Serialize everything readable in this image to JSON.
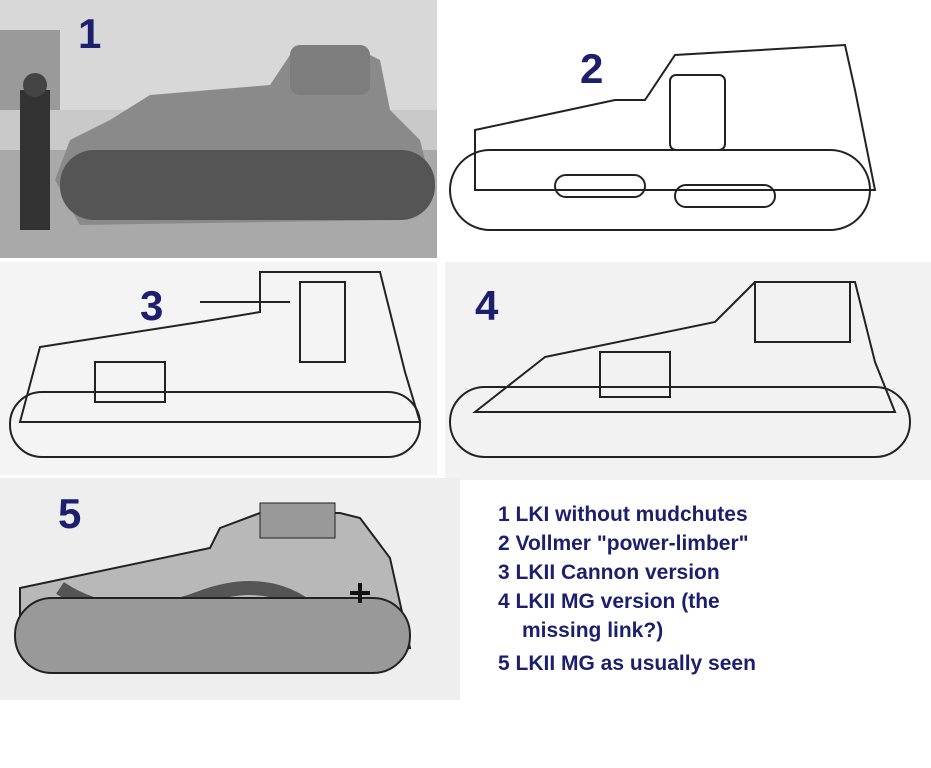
{
  "panels": [
    {
      "number": "1"
    },
    {
      "number": "2"
    },
    {
      "number": "3"
    },
    {
      "number": "4"
    },
    {
      "number": "5"
    }
  ],
  "legend": {
    "item1": "1 LKI without mudchutes",
    "item2": "2 Vollmer \"power-limber\"",
    "item3": "3 LKII Cannon version",
    "item4a": "4 LKII MG version (the",
    "item4b": "missing link?)",
    "item5": "5 LKII MG as usually seen"
  },
  "colors": {
    "label": "#1c1f6e"
  }
}
